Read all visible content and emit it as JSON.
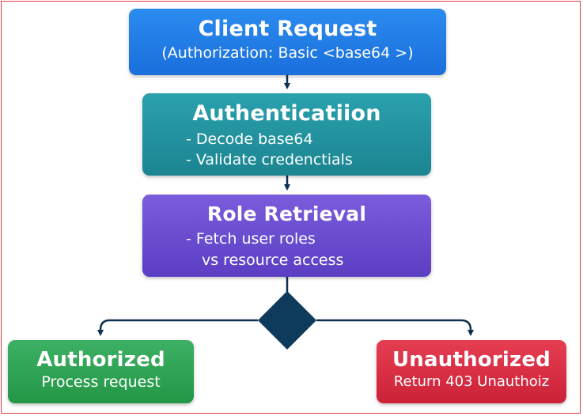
{
  "colors": {
    "frame": "#e0394a",
    "client": "#1f7ce6",
    "authentication": "#1f94a0",
    "role": "#6a4ed0",
    "decision": "#0e3a5c",
    "authorized": "#2fa456",
    "unauthorized": "#d62d43",
    "connector": "#0f3050"
  },
  "nodes": {
    "client": {
      "title": "Client Request",
      "subtitle": "(Authorization: Basic <base64 >)"
    },
    "authentication": {
      "title": "Authenticatiion",
      "lines": [
        "- Decode base64",
        "- Validate credenctials"
      ]
    },
    "role": {
      "title": "Role Retrieval",
      "lines": [
        "- Fetch user roles",
        "vs resource access"
      ]
    },
    "authorized": {
      "title": "Authorized",
      "subtitle": "Process request"
    },
    "unauthorized": {
      "title": "Unauthorized",
      "subtitle": "Return 403 Unauthoiz"
    }
  }
}
